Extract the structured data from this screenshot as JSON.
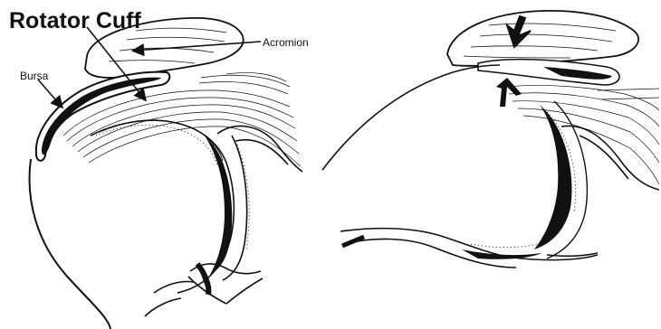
{
  "labels": {
    "rotator_cuff": "Rotator Cuff",
    "acromion": "Acromion",
    "bursa": "Bursa"
  },
  "colors": {
    "ink": "#111111",
    "background": "#ffffff"
  }
}
